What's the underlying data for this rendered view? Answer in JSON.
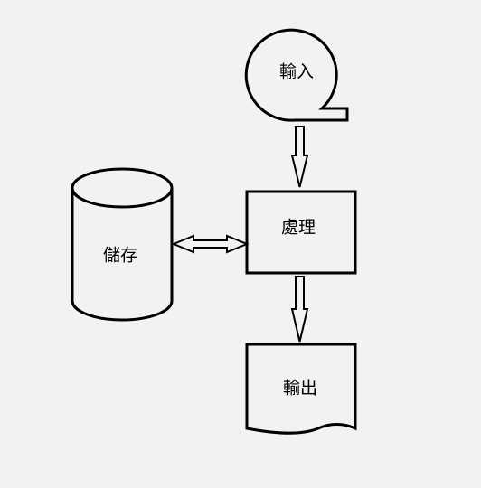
{
  "diagram": {
    "nodes": {
      "input": {
        "label": "輸入",
        "shape": "sequential-access-storage"
      },
      "process": {
        "label": "處理",
        "shape": "process-rectangle"
      },
      "storage": {
        "label": "儲存",
        "shape": "cylinder"
      },
      "output": {
        "label": "輸出",
        "shape": "document"
      }
    },
    "edges": [
      {
        "from": "input",
        "to": "process",
        "direction": "forward"
      },
      {
        "from": "storage",
        "to": "process",
        "direction": "bidirectional"
      },
      {
        "from": "process",
        "to": "output",
        "direction": "forward"
      }
    ],
    "colors": {
      "background": "#f2f2f2",
      "stroke": "#000000",
      "text": "#000000"
    }
  }
}
